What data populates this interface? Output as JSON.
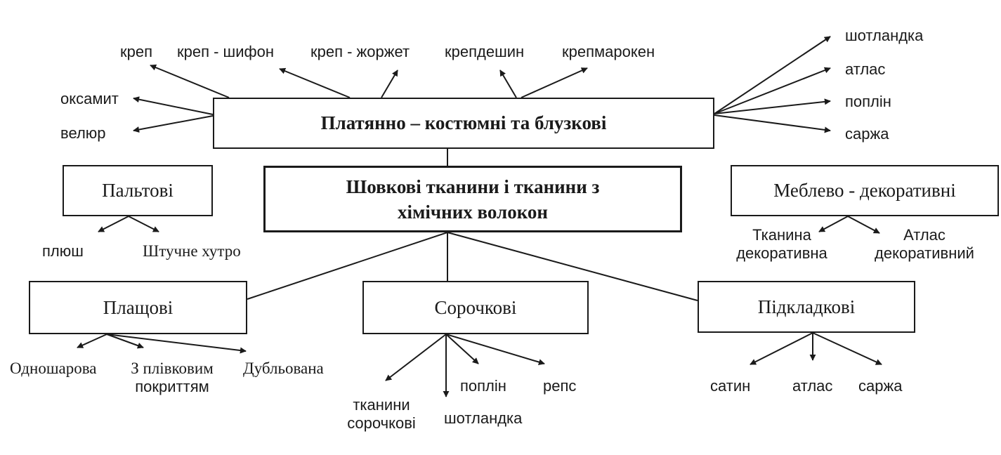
{
  "center": {
    "line1": "Шовкові тканини і тканини з",
    "line2": "хімічних волокон"
  },
  "dress": {
    "title": "Платянно – костюмні та блузкові",
    "left": [
      "оксамит",
      "велюр"
    ],
    "top": [
      "креп",
      "креп - шифон",
      "креп - жоржет",
      "крепдешин",
      "крепмарокен"
    ],
    "right": [
      "шотландка",
      "атлас",
      "поплін",
      "саржа"
    ]
  },
  "coat": {
    "title": "Пальтові",
    "items": [
      "плюш",
      "Штучне хутро"
    ]
  },
  "furniture": {
    "title": "Меблево - декоративні",
    "items": [
      [
        "Тканина",
        "декоративна"
      ],
      [
        "Атлас",
        "декоративний"
      ]
    ]
  },
  "raincoat": {
    "title": "Плащові",
    "items": [
      [
        "Одношарова"
      ],
      [
        "З плівковим",
        "покриттям"
      ],
      [
        "Дубльована"
      ]
    ]
  },
  "shirt": {
    "title": "Сорочкові",
    "items": [
      [
        "тканини",
        "сорочкові"
      ],
      [
        "шотландка"
      ],
      [
        "поплін"
      ],
      [
        "репс"
      ]
    ]
  },
  "lining": {
    "title": "Підкладкові",
    "items": [
      "сатин",
      "атлас",
      "саржа"
    ]
  }
}
